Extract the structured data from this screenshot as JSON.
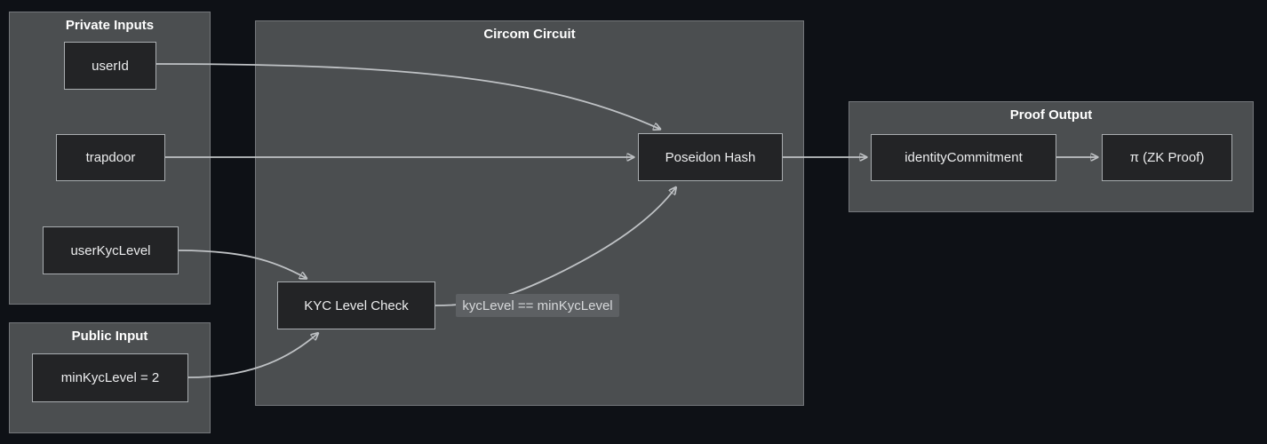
{
  "groups": {
    "private_inputs": {
      "title": "Private Inputs"
    },
    "public_input": {
      "title": "Public Input"
    },
    "circom_circuit": {
      "title": "Circom Circuit"
    },
    "proof_output": {
      "title": "Proof Output"
    }
  },
  "nodes": {
    "userId": {
      "label": "userId"
    },
    "trapdoor": {
      "label": "trapdoor"
    },
    "userKycLevel": {
      "label": "userKycLevel"
    },
    "minKycLevel": {
      "label": "minKycLevel = 2"
    },
    "kycLevelCheck": {
      "label": "KYC Level Check"
    },
    "poseidonHash": {
      "label": "Poseidon Hash"
    },
    "identityCommitment": {
      "label": "identityCommitment"
    },
    "zkProof": {
      "label": "π (ZK Proof)"
    }
  },
  "edges": {
    "constraint_label": "kycLevel == minKycLevel"
  },
  "colors": {
    "background": "#0e1116",
    "group_fill": "#4b4e50",
    "group_border": "#74777b",
    "node_fill": "#232426",
    "node_border": "#a9adb0",
    "node_text": "#ecedee",
    "title_text": "#ffffff",
    "edge_stroke": "#bfc2c5",
    "edge_label_bg": "#5d6063",
    "edge_label_text": "#d6d8da"
  }
}
